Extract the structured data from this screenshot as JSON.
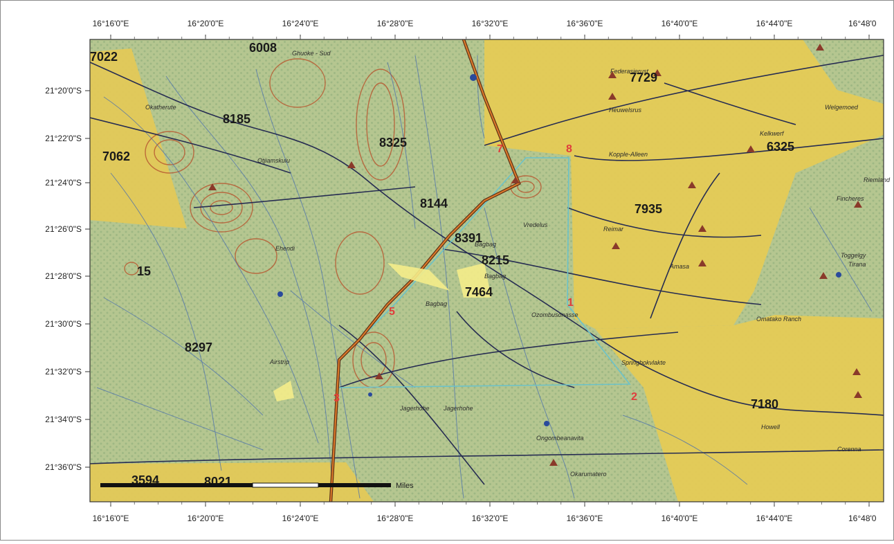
{
  "map": {
    "lon_ticks_top": [
      "16°16'0\"E",
      "16°20'0\"E",
      "16°24'0\"E",
      "16°28'0\"E",
      "16°32'0\"E",
      "16°36'0\"E",
      "16°40'0\"E",
      "16°44'0\"E",
      "16°48'0"
    ],
    "lon_ticks_bottom": [
      "16°16'0\"E",
      "16°20'0\"E",
      "16°24'0\"E",
      "16°28'0\"E",
      "16°32'0\"E",
      "16°36'0\"E",
      "16°40'0\"E",
      "16°44'0\"E",
      "16°48'0"
    ],
    "lat_ticks": [
      "21°20'0\"S",
      "21°22'0\"S",
      "21°24'0\"S",
      "21°26'0\"S",
      "21°28'0\"S",
      "21°30'0\"S",
      "21°32'0\"S",
      "21°34'0\"S",
      "21°36'0\"S"
    ],
    "farm_numbers": [
      {
        "label": "7022"
      },
      {
        "label": "6008"
      },
      {
        "label": "7729"
      },
      {
        "label": "8185"
      },
      {
        "label": "7062"
      },
      {
        "label": "8325"
      },
      {
        "label": "6325"
      },
      {
        "label": "8144"
      },
      {
        "label": "7935"
      },
      {
        "label": "8391"
      },
      {
        "label": "8215"
      },
      {
        "label": "15"
      },
      {
        "label": "7464"
      },
      {
        "label": "8297"
      },
      {
        "label": "7180"
      },
      {
        "label": "3594"
      },
      {
        "label": "8021"
      }
    ],
    "point_markers": [
      {
        "label": "7"
      },
      {
        "label": "8"
      },
      {
        "label": "1"
      },
      {
        "label": "5"
      },
      {
        "label": "2"
      },
      {
        "label": "3"
      }
    ],
    "place_names": [
      {
        "label": "Okatherute"
      },
      {
        "label": "Otjiamskuiu"
      },
      {
        "label": "Ehendi"
      },
      {
        "label": "Vredelus"
      },
      {
        "label": "Bagbag"
      },
      {
        "label": "Bagbag"
      },
      {
        "label": "Bagbag"
      },
      {
        "label": "Ozombusonasse"
      },
      {
        "label": "Jagerhohe"
      },
      {
        "label": "Jagerhohe"
      },
      {
        "label": "Ongombeanavita"
      },
      {
        "label": "Okarumatero"
      },
      {
        "label": "Springbokvlakte"
      },
      {
        "label": "Howell"
      },
      {
        "label": "Corenna"
      },
      {
        "label": "Kopple-Alleen"
      },
      {
        "label": "Reimar"
      },
      {
        "label": "Amasa"
      },
      {
        "label": "Omatako Ranch"
      },
      {
        "label": "Heuwelsrus"
      },
      {
        "label": "Federasierust"
      },
      {
        "label": "Kelkwerf"
      },
      {
        "label": "Welgemoed"
      },
      {
        "label": "Toggelgy"
      },
      {
        "label": "Airstrip"
      },
      {
        "label": "Riemland"
      },
      {
        "label": "Fincheres"
      },
      {
        "label": "Tirana"
      },
      {
        "label": "Ghuoke - Sud"
      }
    ],
    "scale_label": "Miles",
    "colors": {
      "green_zone": "#b2c48c",
      "yellow_zone": "#e6cb55",
      "dot": "#9db480",
      "contour": "#b85a33",
      "road": "#262c52",
      "river": "#4a6fae",
      "boundary": "#6bc2c9",
      "main_road": "#c0651f",
      "marker": "#e03c3c"
    }
  }
}
